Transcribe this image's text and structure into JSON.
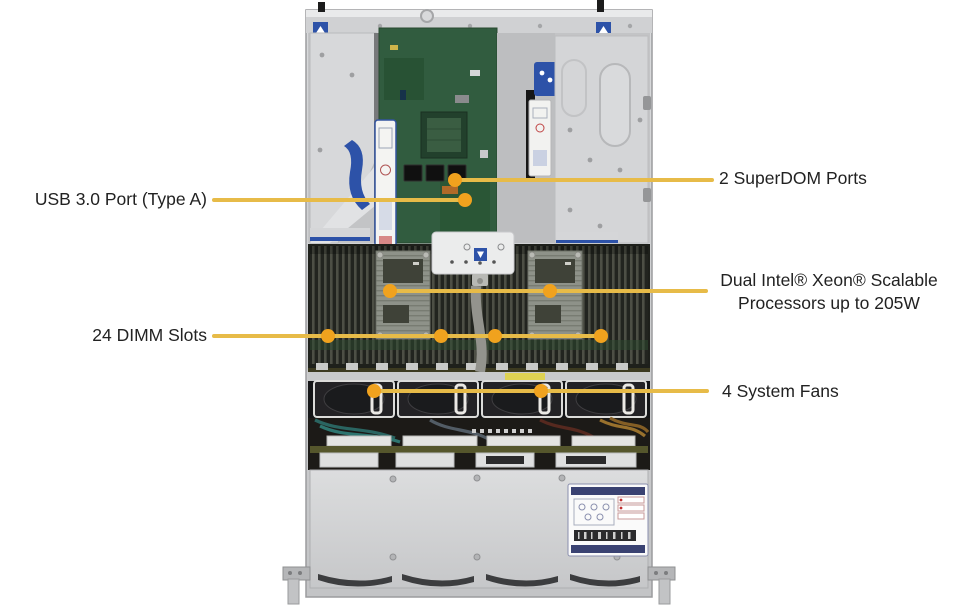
{
  "callouts": {
    "usb": {
      "label": "USB 3.0 Port (Type A)"
    },
    "superdom": {
      "label": "2 SuperDOM Ports"
    },
    "cpu": {
      "line1": "Dual Intel® Xeon® Scalable",
      "line2": "Processors up to 205W"
    },
    "dimm": {
      "label": "24 DIMM Slots"
    },
    "fans": {
      "label": "4 System Fans"
    }
  },
  "style": {
    "leader_line_color": "#E7BB48",
    "leader_dot_color": "#F0A21E",
    "label_text_color": "#222222",
    "background_color": "#FFFFFF"
  }
}
